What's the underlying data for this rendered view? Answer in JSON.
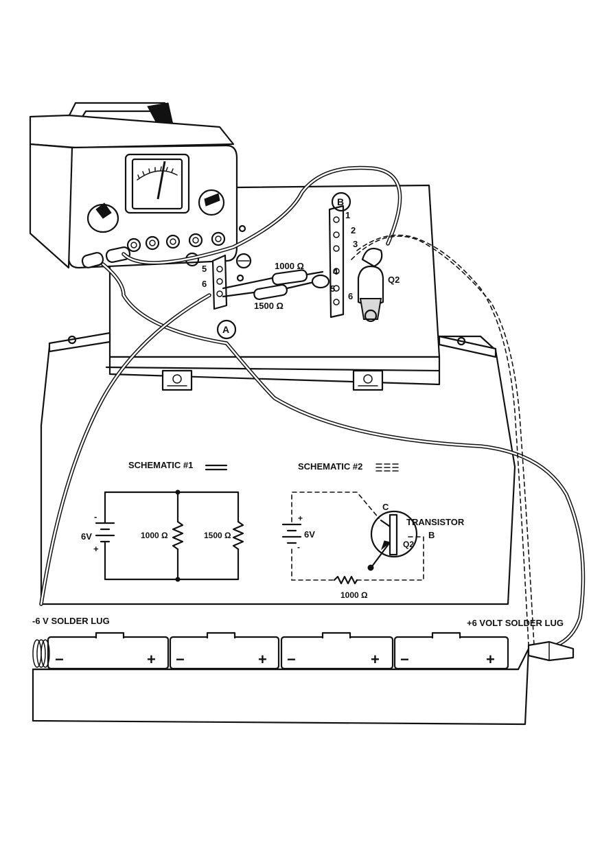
{
  "labels": {
    "terminal_a": "A",
    "terminal_b": "B",
    "strip_a_lugs": [
      "5",
      "6"
    ],
    "strip_b_lugs": [
      "1",
      "2",
      "3",
      "4",
      "5",
      "6"
    ],
    "resistor_1000": "1000 Ω",
    "resistor_1500": "1500 Ω",
    "transistor_id": "Q2",
    "neg_lug": "-6 V SOLDER LUG",
    "pos_lug": "+6 VOLT SOLDER LUG",
    "battery_minus": "−",
    "battery_plus": "+"
  },
  "schematic1": {
    "title": "SCHEMATIC #1",
    "voltage": "6V",
    "minus": "-",
    "plus": "+",
    "r1": "1000 Ω",
    "r2": "1500 Ω"
  },
  "schematic2": {
    "title": "SCHEMATIC #2",
    "voltage": "6V",
    "plus": "+",
    "minus": "-",
    "collector": "C",
    "base": "B",
    "transistor": "TRANSISTOR",
    "q": "Q2",
    "r": "1000 Ω"
  },
  "colors": {
    "ink": "#111111",
    "paper": "#ffffff"
  }
}
